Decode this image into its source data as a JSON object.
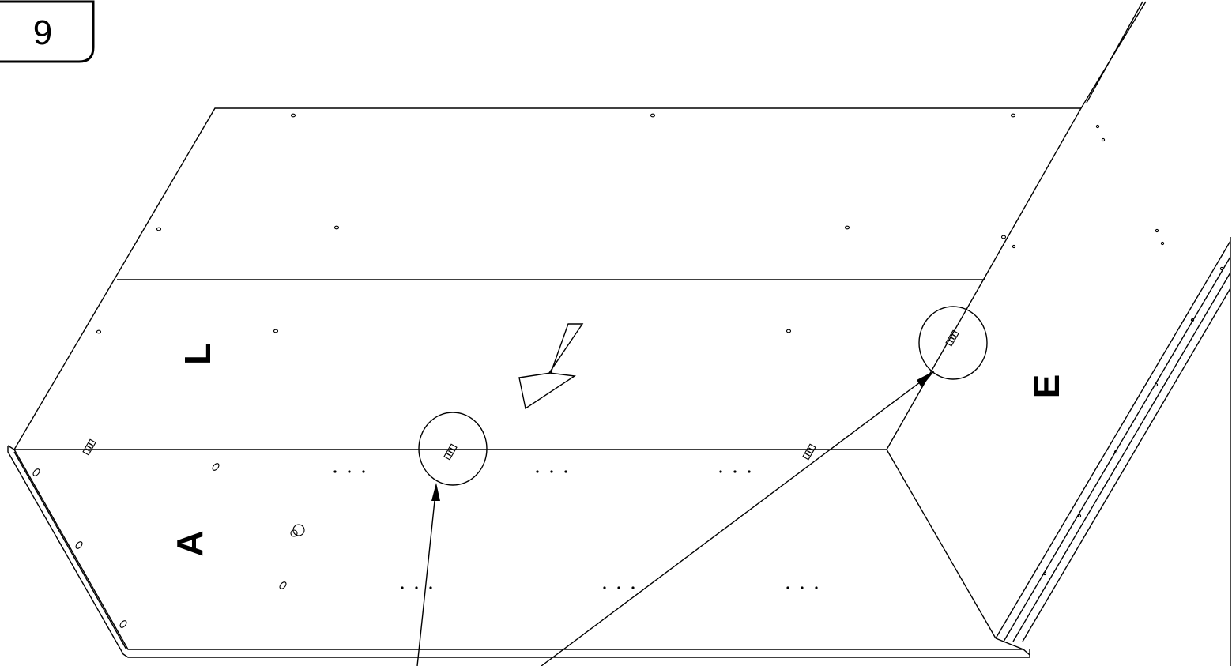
{
  "step": {
    "number": "9"
  },
  "panels": {
    "top": "L",
    "bottom": "A",
    "side": "E"
  },
  "colors": {
    "line": "#000000",
    "background": "#ffffff"
  }
}
